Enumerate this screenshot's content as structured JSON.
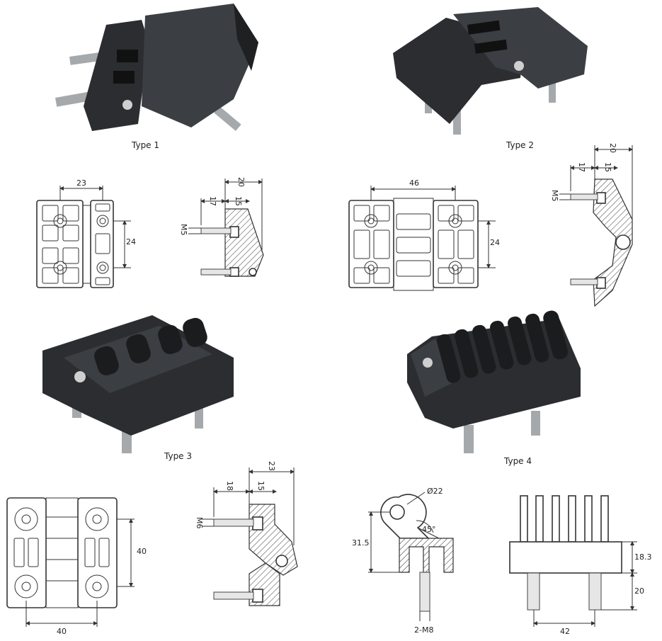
{
  "captions": {
    "type1": "Type 1",
    "type2": "Type 2",
    "type3": "Type 3",
    "type4": "Type 4"
  },
  "dims": {
    "t1_width": "23",
    "t1_height": "24",
    "t1_total": "20",
    "t1_a": "17",
    "t1_b": "15",
    "t1_thread": "M5",
    "t2_width": "46",
    "t2_height": "24",
    "t2_total": "20",
    "t2_a": "17",
    "t2_b": "15",
    "t2_thread": "M5",
    "t3_height": "40",
    "t3_width": "40",
    "t3_total": "23",
    "t3_a": "18",
    "t3_b": "15",
    "t3_thread": "M6",
    "t4_diam": "Ø22",
    "t4_height": "31.5",
    "t4_angle": "45°",
    "t4_thread": "2-M8",
    "t4_body": "18.3",
    "t4_pin": "20",
    "t4_spacing": "42"
  },
  "colors": {
    "plastic": "#2b2d30",
    "metal": "#a6a9ac"
  }
}
